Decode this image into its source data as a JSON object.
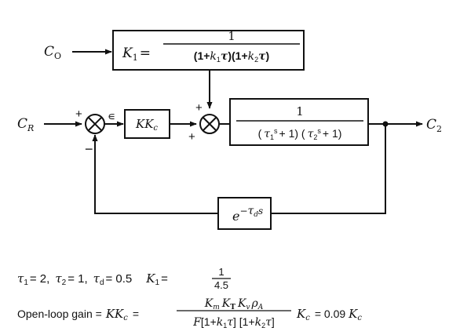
{
  "diagram": {
    "inputs": {
      "disturbance": "C",
      "disturbance_sub": "O",
      "reference": "C",
      "reference_sub": "R"
    },
    "output": {
      "label": "C",
      "label_sub": "2"
    },
    "summer1": {
      "plus": "+",
      "minus": "−",
      "error": "∊"
    },
    "summer2": {
      "plus_top": "+",
      "plus_left": "+"
    },
    "blocks": {
      "k1": {
        "lhs": "K",
        "lhs_sub": "1",
        "equals": "=",
        "numerator": "1",
        "den_part1": "(1+",
        "den_k1": "k",
        "den_k1_sub": "1",
        "den_tau1": "τ",
        "den_part2": ")(1+",
        "den_k2": "k",
        "den_k2_sub": "2",
        "den_tau2": "τ",
        "den_part3": ")"
      },
      "controller": {
        "label": "KK",
        "label_sub": "c"
      },
      "plant": {
        "numerator": "1",
        "open1": "(",
        "tau1": "τ",
        "tau1_sub": "1",
        "s1": "s",
        "plus1": "+ 1) (",
        "tau2": "τ",
        "tau2_sub": "2",
        "s2": "s",
        "plus2": "+ 1)"
      },
      "delay": {
        "base": "e",
        "exp_minus": "−",
        "exp_tau": "τ",
        "exp_sub": "d",
        "exp_s": "s"
      }
    }
  },
  "params": {
    "tau1_label": "τ",
    "tau1_sub": "1",
    "tau1_value": "= 2,",
    "tau2_label": "τ",
    "tau2_sub": "2",
    "tau2_value": "= 1,",
    "taud_label": "τ",
    "taud_sub": "d",
    "taud_value": "= 0.5",
    "k1_label": "K",
    "k1_sub": "1",
    "k1_equals": "=",
    "k1_num": "1",
    "k1_den": "4.5"
  },
  "gain": {
    "label": "Open-loop gain =",
    "lhs": "KK",
    "lhs_sub": "c",
    "equals": "=",
    "num_km": "K",
    "num_km_sub": "m",
    "num_kt": "K",
    "num_kt_sub": "T",
    "num_kv": "K",
    "num_kv_sub": "v",
    "num_rho": "ρ",
    "num_rho_sub": "A",
    "den_F": "F",
    "den_part1": "[1+",
    "den_k1": "k",
    "den_k1_sub": "1",
    "den_tau1": "τ",
    "den_part2": "] [1+",
    "den_k2": "k",
    "den_k2_sub": "2",
    "den_tau2": "τ",
    "den_part3": "]",
    "rhs_k": "K",
    "rhs_k_sub": "c",
    "rhs_eq": "= 0.09",
    "rhs_k2": "K",
    "rhs_k2_sub": "c"
  }
}
